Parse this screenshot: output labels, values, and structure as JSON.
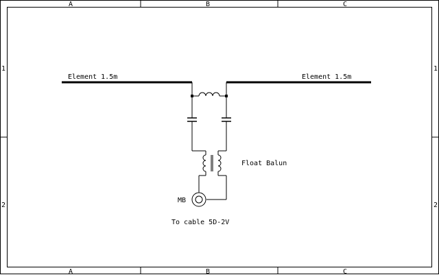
{
  "frame": {
    "columns": [
      "A",
      "B",
      "C"
    ],
    "rows": [
      "1",
      "2"
    ]
  },
  "labels": {
    "element_left": "Element 1.5m",
    "element_right": "Element 1.5m",
    "balun": "Float Balun",
    "connector": "MB",
    "cable": "To cable 5D-2V"
  },
  "colors": {
    "ink": "#000000",
    "paper": "#ffffff"
  }
}
